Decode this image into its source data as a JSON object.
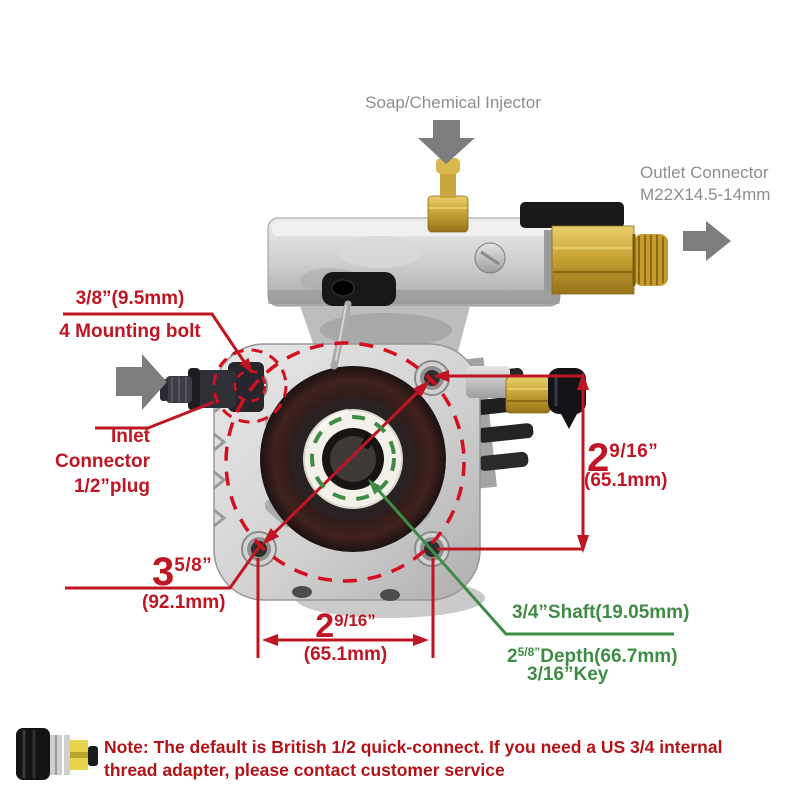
{
  "labels": {
    "soap_injector": "Soap/Chemical Injector",
    "outlet_line1": "Outlet Connector",
    "outlet_line2": "M22X14.5-14mm",
    "bolt_size": "3/8”(9.5mm)",
    "mounting_bolt": "4 Mounting bolt",
    "inlet_line1": "Inlet Connector",
    "inlet_line2": "1/2”plug"
  },
  "dimensions": {
    "right": {
      "whole": "2",
      "frac": "9/16”",
      "metric": "(65.1mm)"
    },
    "diagonal": {
      "whole": "3",
      "frac": "5/8”",
      "metric": "(92.1mm)"
    },
    "bottom": {
      "whole": "2",
      "frac": "9/16”",
      "metric": "(65.1mm)"
    }
  },
  "shaft_note": {
    "shaft": "3/4”Shaft(19.05mm)",
    "depth_whole": "2",
    "depth_frac": "5/8”",
    "depth_rest": "Depth(66.7mm)",
    "key": "3/16”Key"
  },
  "note": {
    "line1": "Note: The default is British 1/2 quick-connect. If you need a US 3/4 internal",
    "line2": "thread adapter, please contact customer service"
  },
  "colors": {
    "annotation_red": "#c01522",
    "annotation_green": "#3f8d44",
    "label_gray": "#8e8e8e",
    "note_red": "#b31217",
    "brass": "#c9a435"
  }
}
